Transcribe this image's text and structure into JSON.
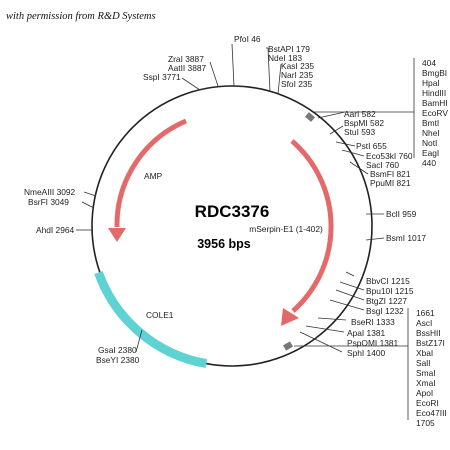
{
  "permission": "with permission from R&D Systems",
  "plasmid": {
    "name": "RDC3376",
    "size": "3956 bps",
    "insert": "mSerpin-E1 (1-402)"
  },
  "colors": {
    "backbone": "#222222",
    "amp": "#e46a6a",
    "insert_arrow": "#e46a6a",
    "cole1": "#5fd3d3",
    "mcs_box": "#666666"
  },
  "features": [
    {
      "name": "amp-feature",
      "label": "AMP"
    },
    {
      "name": "insert-feature",
      "label": ""
    },
    {
      "name": "cole1-feature",
      "label": "COLE1"
    }
  ],
  "sites": {
    "pfol": "PfoI 46",
    "bstapi": "BstAPI 179",
    "ndei": "NdeI 183",
    "kasi": "KasI 235",
    "nari": "NarI 235",
    "sfoi": "SfoI 235",
    "zrai": "ZraI 3887",
    "aatii": "AatII 3887",
    "sspi": "SspI 3771",
    "aari": "AarI 582",
    "bspmi": "BspMI 582",
    "stui": "StuI 593",
    "psti": "PstI 655",
    "eco53ki": "Eco53kI 760",
    "saci": "SacI 760",
    "bsmfi": "BsmFI 821",
    "ppumi": "PpuMI 821",
    "bcli": "BclI 959",
    "bsmi": "BsmI 1017",
    "nmeaiii": "NmeAIII 3092",
    "bsrfi": "BsrFI 3049",
    "ahdi": "AhdI 2964",
    "gsai": "GsaI 2380",
    "bseyi": "BseYI 2380",
    "bbvci": "BbvCI 1215",
    "bpu10i": "Bpu10I 1215",
    "btgzi": "BtgZI 1227",
    "bsgi": "BsgI 1232",
    "bseri": "BseRI 1333",
    "apai": "ApaI 1381",
    "pspomi": "PspOMI 1381",
    "sphi": "SphI 1400"
  },
  "mcs_top": [
    "404",
    "BmgBI",
    "HpaI",
    "HindIII",
    "BamHI",
    "EcoRV",
    "BmtI",
    "NheI",
    "NotI",
    "EagI",
    "440"
  ],
  "mcs_bottom": [
    "1661",
    "AscI",
    "BssHII",
    "BstZ17I",
    "XbaI",
    "SalI",
    "SmaI",
    "XmaI",
    "ApoI",
    "EcoRI",
    "Eco47III",
    "1705"
  ]
}
